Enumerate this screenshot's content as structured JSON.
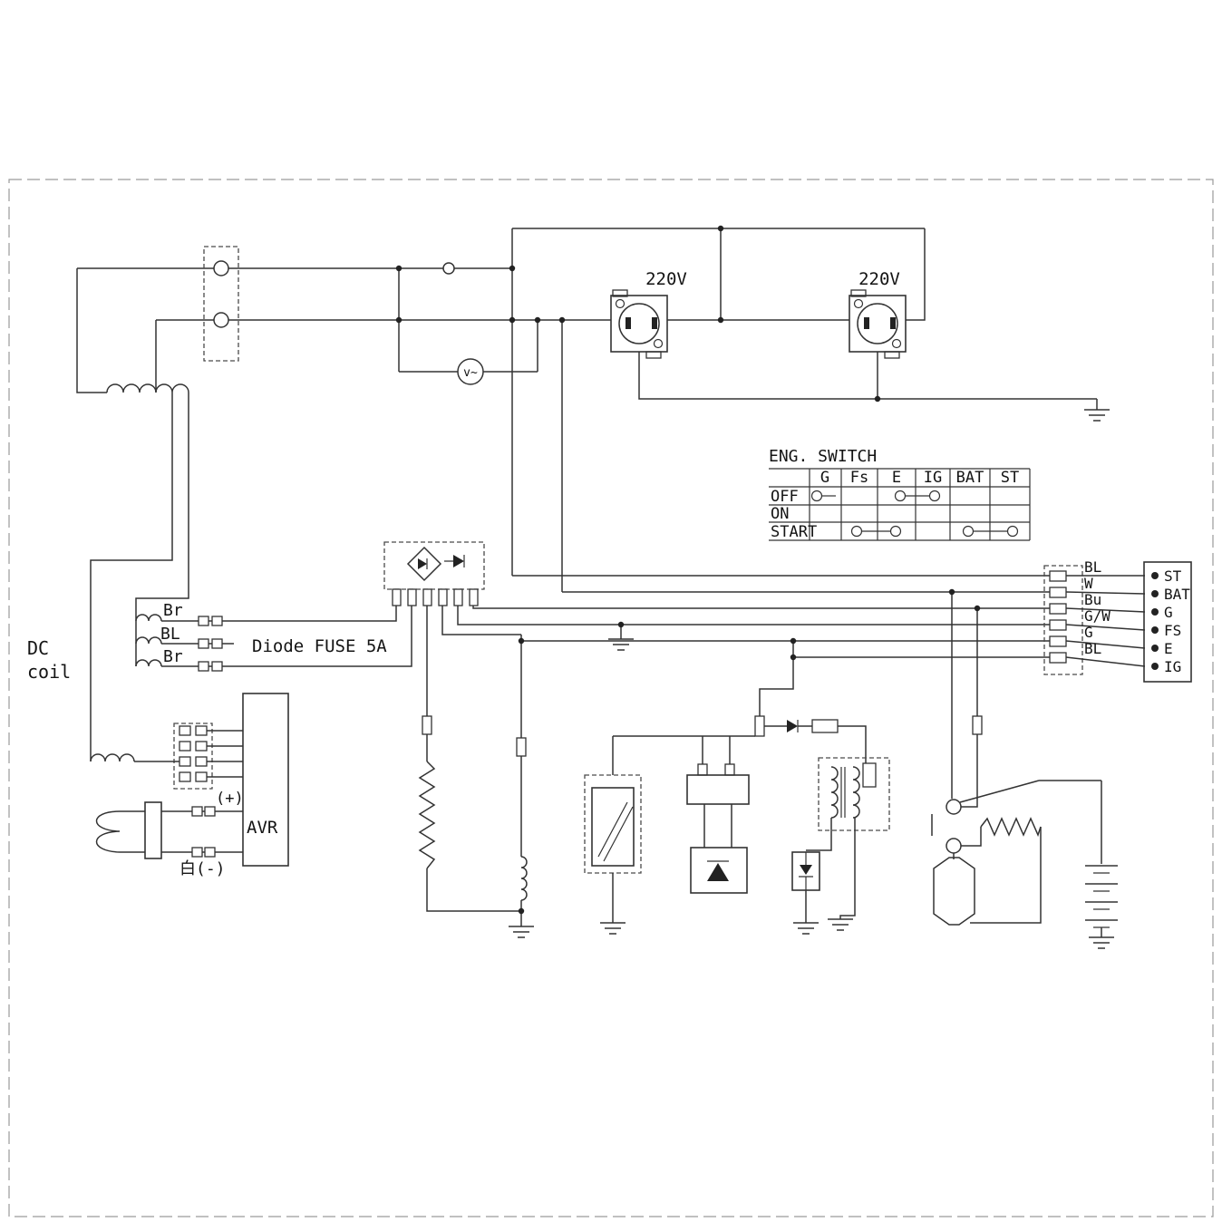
{
  "page": {
    "background": "#ffffff",
    "line_color": "#333333"
  },
  "labels": {
    "dc_coil_line1": "DC",
    "dc_coil_line2": "coil",
    "wire_br_top": "Br",
    "wire_bl_mid": "BL",
    "wire_br_bottom": "Br",
    "diode_fuse": "Diode FUSE 5A",
    "avr": "AVR",
    "avr_plus": "(+)",
    "avr_minus": "白(-)",
    "voltmeter": "v~",
    "outlet_left_voltage": "220V",
    "outlet_right_voltage": "220V"
  },
  "eng_switch": {
    "title": "ENG. SWITCH",
    "columns": [
      "G",
      "Fs",
      "E",
      "IG",
      "BAT",
      "ST"
    ],
    "rows": [
      "OFF",
      "ON",
      "START"
    ]
  },
  "connector": {
    "wire_labels": [
      "BL",
      "W",
      "Bu",
      "G/W",
      "G",
      "BL"
    ],
    "terminal_labels": [
      "ST",
      "BAT",
      "G",
      "FS",
      "E",
      "IG"
    ]
  }
}
